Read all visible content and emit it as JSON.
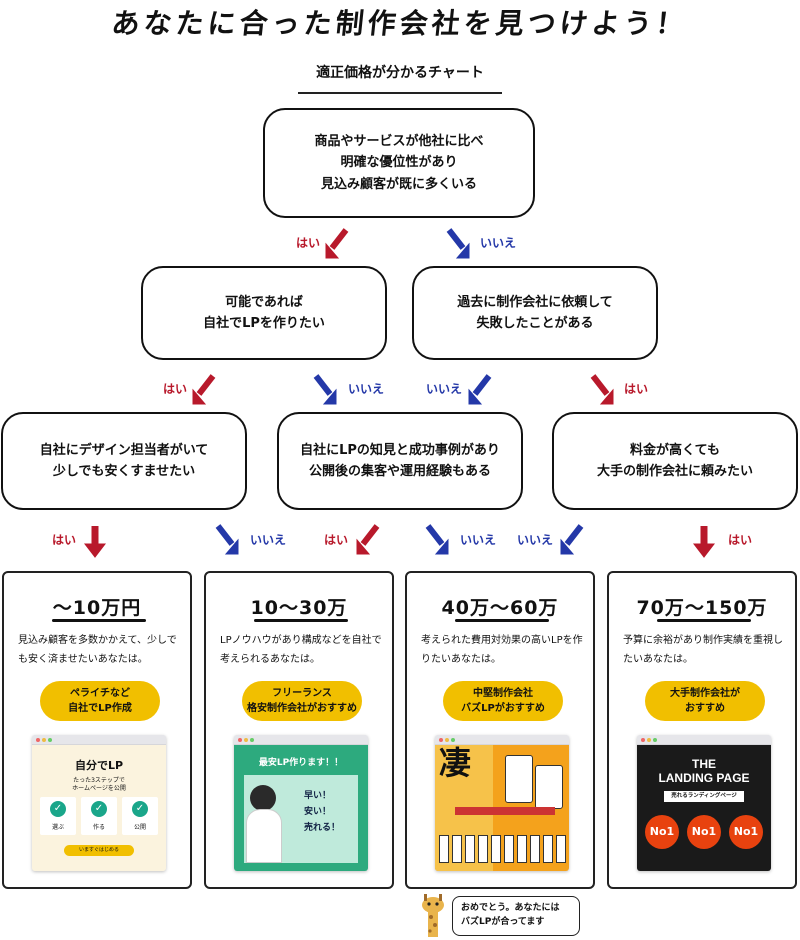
{
  "page_title": "あなたに合った制作会社を見つけよう！",
  "chart_subtitle": "適正価格が分かるチャート",
  "nodes": {
    "root": "商品やサービスが他社に比べ\n明確な優位性があり\n見込み顧客が既に多くいる",
    "left": "可能であれば\n自社でLPを作りたい",
    "right": "過去に制作会社に依頼して\n失敗したことがある",
    "designer": "自社にデザイン担当者がいて\n少しでも安くすませたい",
    "knowhow": "自社にLPの知見と成功事例があり\n公開後の集客や運用経験もある",
    "budget": "料金が高くても\n大手の制作会社に頼みたい"
  },
  "answers": {
    "yes": "はい",
    "no": "いいえ"
  },
  "colors": {
    "yes": "#b8192b",
    "no": "#2438a8",
    "accent": "#f1bf00"
  },
  "results": [
    {
      "price": "〜10万円",
      "desc": "見込み顧客を多数かかえて、少しでも安く済ませたいあなたは。",
      "rec": "ペライチなど\n自社でLP作成",
      "preview": {
        "heading": "自分でLP",
        "sub1": "たった3ステップで",
        "sub2": "ホームページを公開",
        "steps": [
          "選ぶ",
          "作る",
          "公開"
        ],
        "cta": "いますぐはじめる"
      }
    },
    {
      "price": "10〜30万",
      "desc": "LPノウハウがあり構成などを自社で考えられるあなたは。",
      "rec": "フリーランス\n格安制作会社がおすすめ",
      "preview": {
        "heading": "最安LP作ります！！",
        "lines": [
          "早い！",
          "安い！",
          "売れる！"
        ]
      }
    },
    {
      "price": "40万〜60万",
      "desc": "考えられた費用対効果の高いLPを作りたいあなたは。",
      "rec": "中堅制作会社\nバズLPがおすすめ",
      "preview": {
        "kanji": "凄"
      }
    },
    {
      "price": "70万〜150万",
      "desc": "予算に余裕があり制作実績を重視したいあなたは。",
      "rec": "大手制作会社が\nおすすめ",
      "preview": {
        "title1": "THE",
        "title2": "LANDING PAGE",
        "tag": "売れるランディングページ",
        "badges": [
          "No1",
          "No1",
          "No1"
        ]
      }
    }
  ],
  "bubble": "おめでとう。あなたには\nバズLPが合ってます"
}
